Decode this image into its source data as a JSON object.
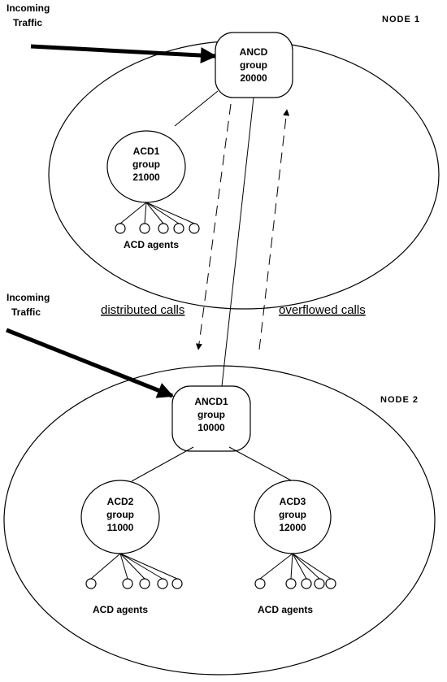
{
  "node1": {
    "label": "NODE 1",
    "incoming_traffic": [
      "Incoming",
      "Traffic"
    ],
    "ancd_group": [
      "ANCD",
      "group",
      "20000"
    ],
    "acd_group": [
      "ACD1",
      "group",
      "21000"
    ],
    "agents_label": "ACD agents"
  },
  "node2": {
    "label": "NODE 2",
    "incoming_traffic": [
      "Incoming",
      "Traffic"
    ],
    "ancd_group": [
      "ANCD1",
      "group",
      "10000"
    ],
    "acd_group_a": [
      "ACD2",
      "group",
      "11000"
    ],
    "acd_group_b": [
      "ACD3",
      "group",
      "12000"
    ],
    "agents_label_a": "ACD agents",
    "agents_label_b": "ACD agents"
  },
  "flows": {
    "distributed": "distributed calls",
    "overflowed": "overflowed calls"
  }
}
